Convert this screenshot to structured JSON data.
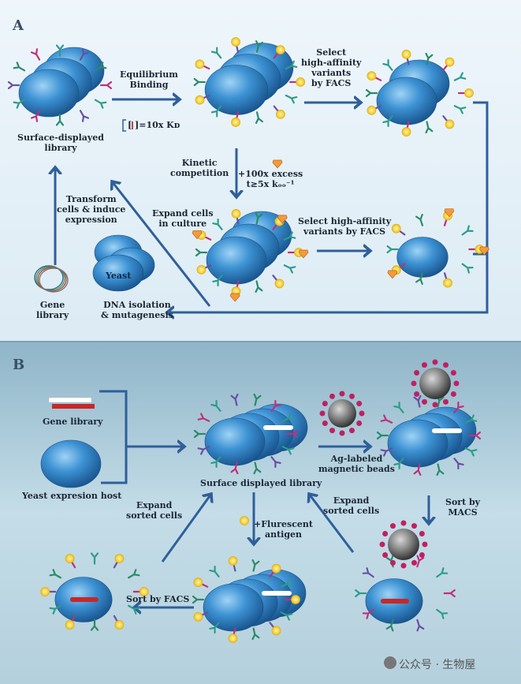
{
  "panel_a": {
    "letter": "A",
    "surface_library": "Surface-displayed\nlibrary",
    "equilibrium": "Equilibrium\nBinding",
    "conc": "[ ]=10x Kᴅ",
    "select1": "Select\nhigh-affinity\nvariants\nby FACS",
    "kinetic": "Kinetic\ncompetition",
    "excess": "+100x excess\nt≥5x kₒₒ⁻¹",
    "expand": "Expand cells\nin culture",
    "select2": "Select high-affinity\nvariants by FACS",
    "transform": "Transform\ncells & induce\nexpression",
    "yeast": "Yeast",
    "gene_library": "Gene\nlibrary",
    "dna": "DNA isolation\n& mutagenesis"
  },
  "panel_b": {
    "letter": "B",
    "gene_library": "Gene library",
    "yeast_host": "Yeast expresion host",
    "surface_library": "Surface displayed library",
    "ag_beads": "Ag-labeled\nmagnetic beads",
    "sort_macs": "Sort by\nMACS",
    "expand_left": "Expand\nsorted cells",
    "expand_right": "Expand\nsorted cells",
    "fluor": "+Flurescent\nantigen",
    "sort_facs": "Sort by FACS"
  },
  "watermark": "公众号 · 生物屋",
  "colors": {
    "cell": "#2a7fc4",
    "arrow": "#2f5f9a",
    "panelA": "#e4f0f8",
    "panelB": "#b9d4e0"
  }
}
